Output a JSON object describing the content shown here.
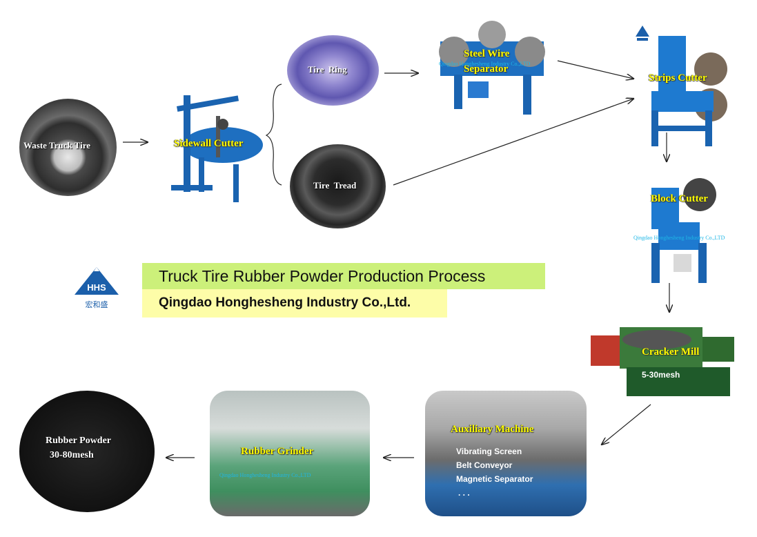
{
  "stages": {
    "waste_tire": {
      "label": "Waste Truck Tire"
    },
    "sidewall_cutter": {
      "label": "Sidewall Cutter"
    },
    "tire_ring": {
      "label": "Tire  Ring"
    },
    "tire_tread": {
      "label": "Tire  Tread"
    },
    "steel_wire_separator": {
      "label_line1": "Steel Wire",
      "label_line2": "Separator"
    },
    "strips_cutter": {
      "label": "Strips Cutter"
    },
    "block_cutter": {
      "label": "Block Cutter"
    },
    "cracker_mill": {
      "label": "Cracker Mill",
      "spec": "5-30mesh"
    },
    "auxiliary_machine": {
      "label": "Auxiliary Machine",
      "items": [
        "Vibrating Screen",
        "Belt Conveyor",
        "Magnetic Separator",
        ". . ."
      ]
    },
    "rubber_grinder": {
      "label": "Rubber Grinder"
    },
    "rubber_powder": {
      "label": "Rubber Powder",
      "spec": "30-80mesh"
    }
  },
  "watermark": "Qingdao Honghesheng Industry Co.,LTD",
  "banner": {
    "title": "Truck Tire Rubber Powder Production Process",
    "company": "Qingdao Honghesheng Industry Co.,Ltd."
  },
  "logo": {
    "text": "HHS",
    "chinese": "宏和盛"
  },
  "colors": {
    "label": "#ffff00",
    "banner_green": "#ccf07a",
    "banner_yellow": "#fdfda8",
    "logo_blue": "#1b5faa",
    "machine_blue": "#1a78c8"
  }
}
